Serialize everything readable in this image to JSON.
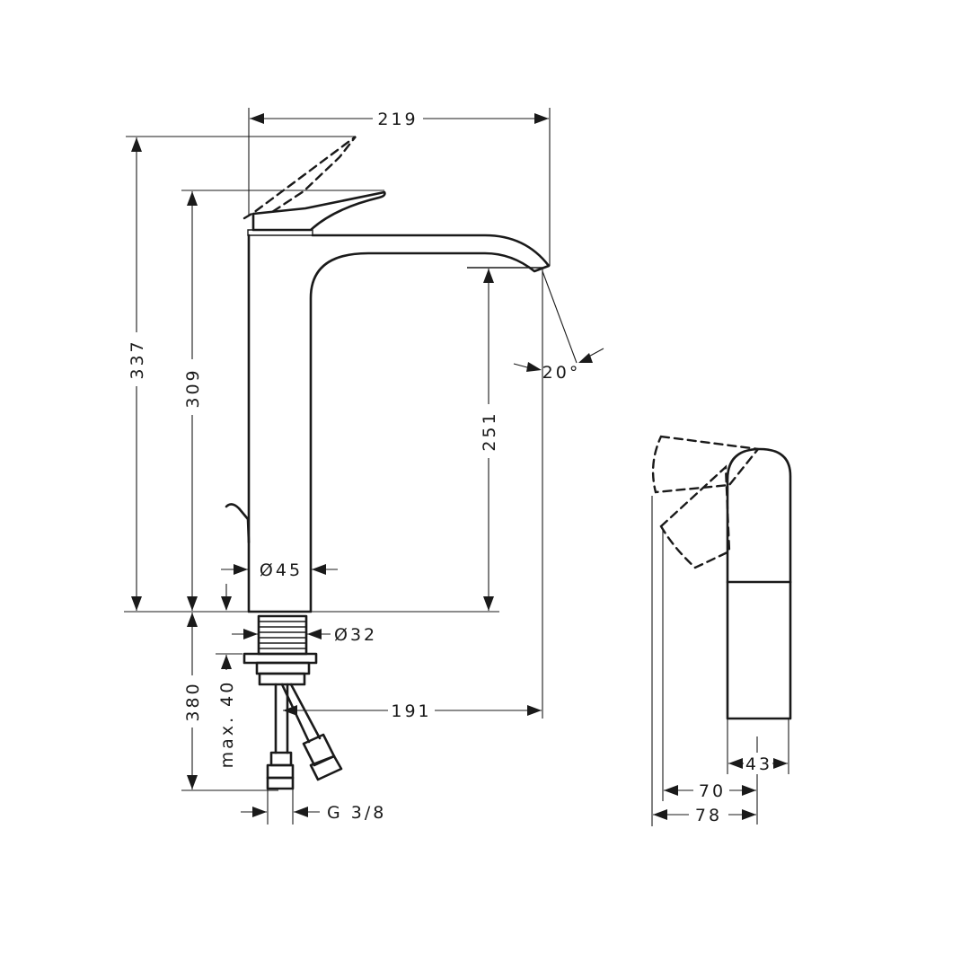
{
  "dimensions": {
    "total_width": "219",
    "height_lever_raised": "337",
    "height_lever": "309",
    "spout_height": "251",
    "spout_angle": "20°",
    "body_diameter": "Ø45",
    "thread_diameter": "Ø32",
    "below_deck": "380",
    "max_deck_thickness": "max. 40",
    "spout_reach": "191",
    "connection": "G 3/8",
    "lever_width": "43",
    "depth_body": "70",
    "depth_lever": "78"
  }
}
